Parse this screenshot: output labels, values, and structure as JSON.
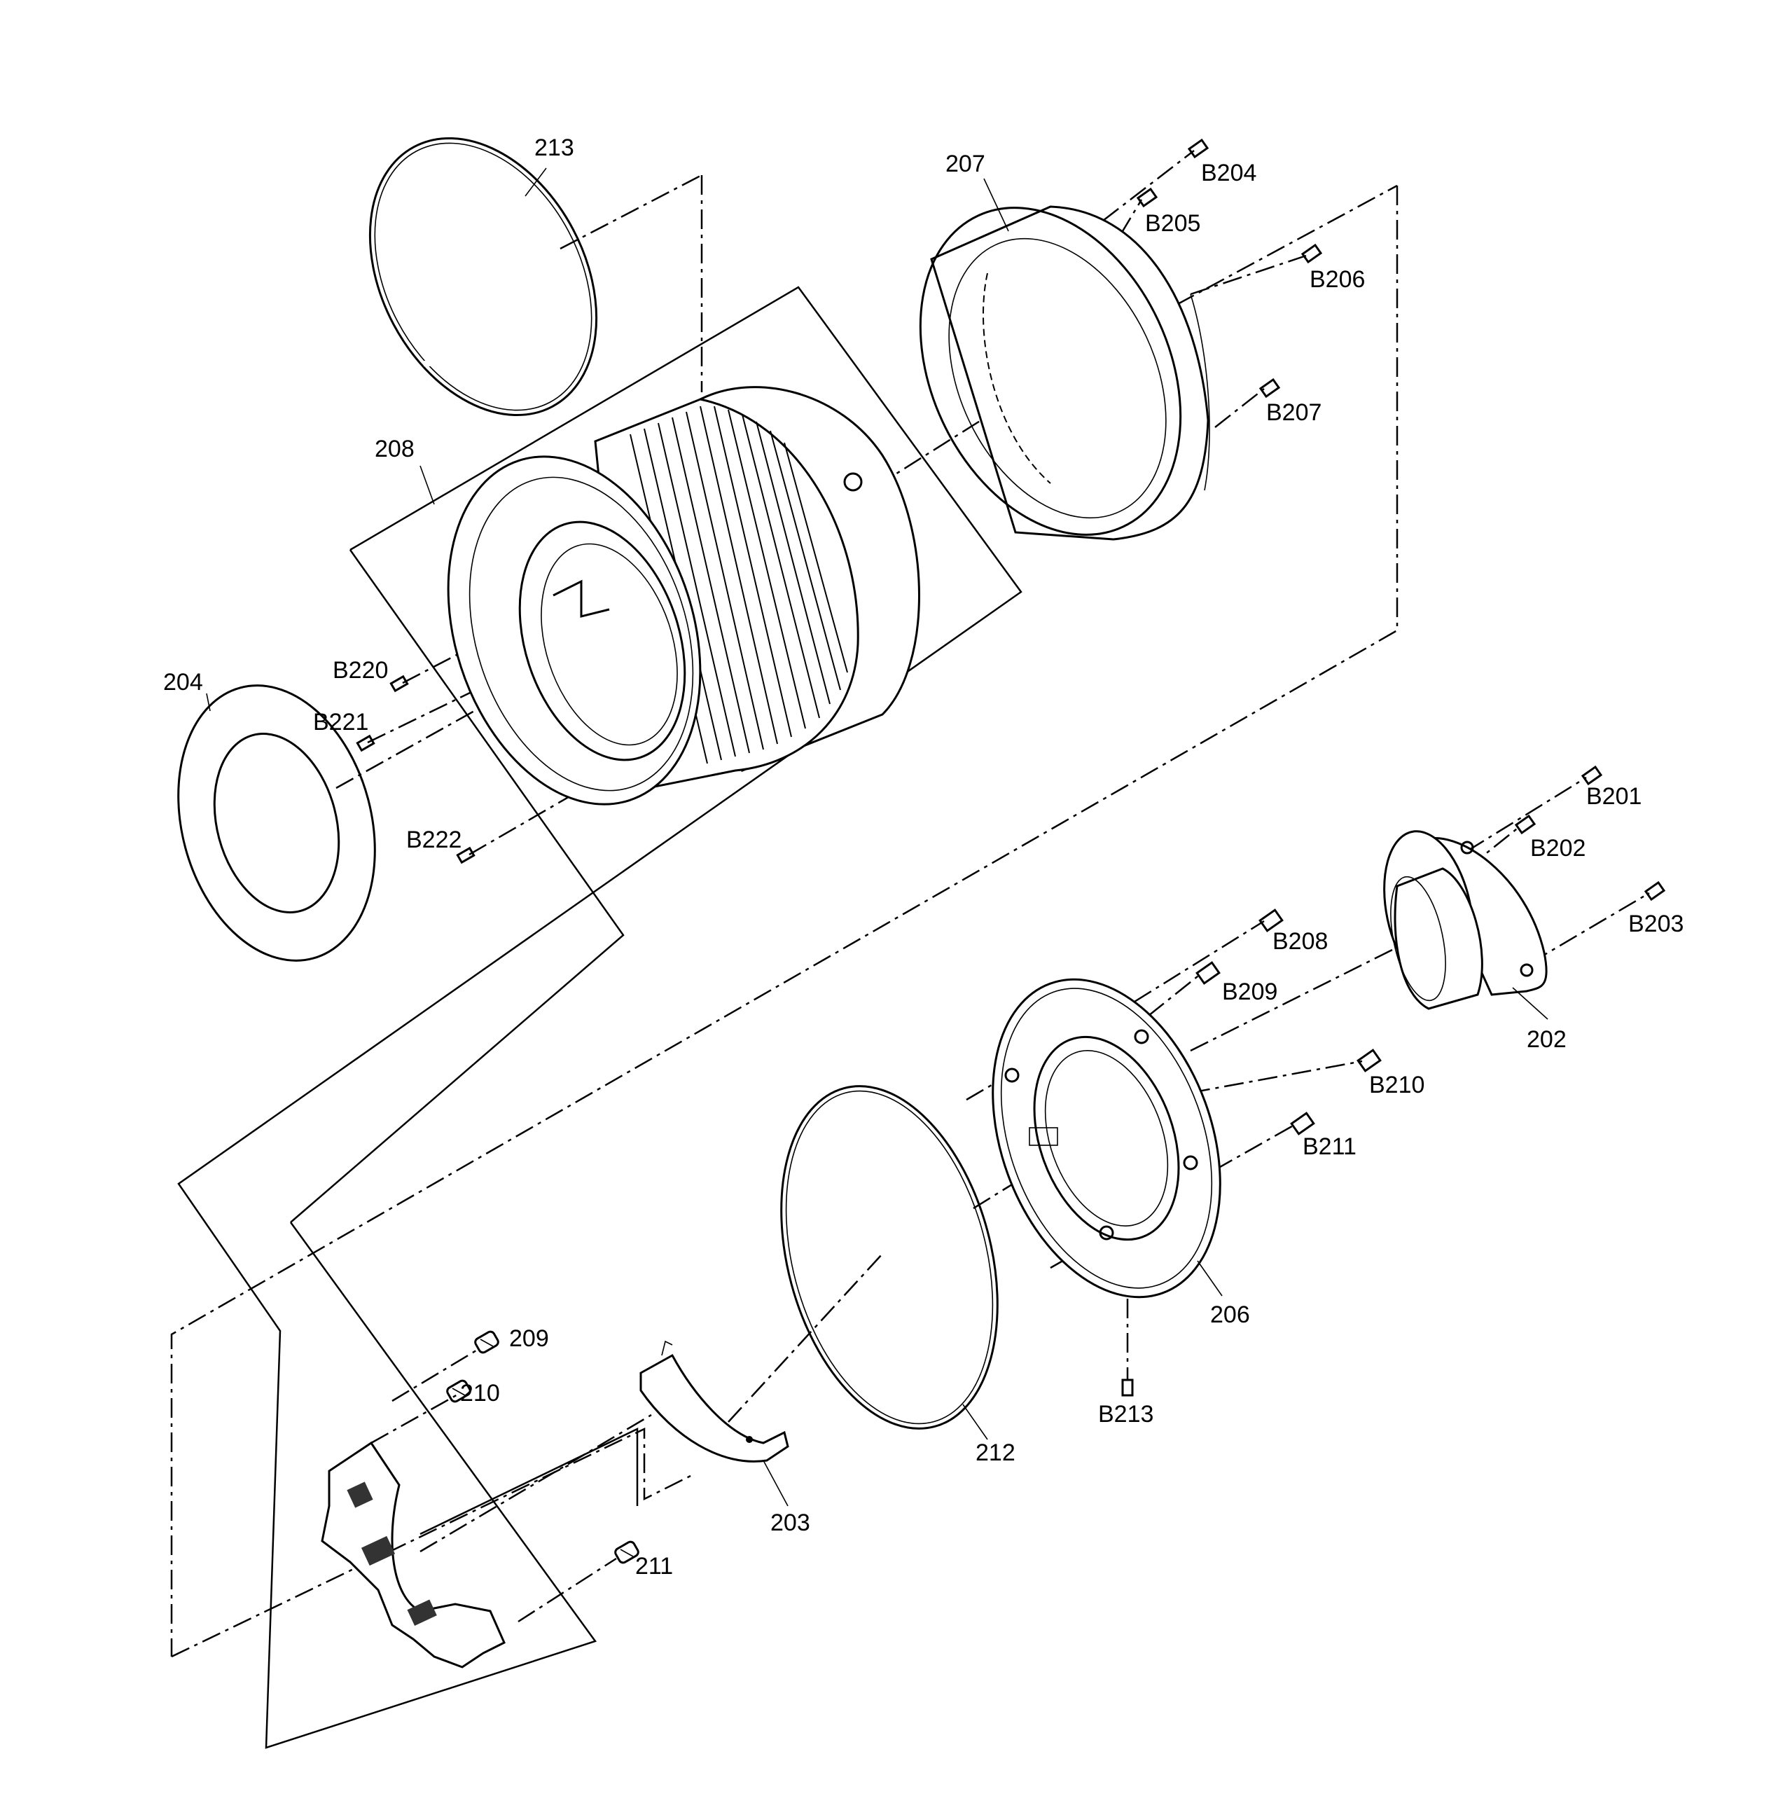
{
  "labels": {
    "l201": "B201",
    "l202": "B202",
    "l203": "B203",
    "l204": "B204",
    "l205": "B205",
    "l206": "B206",
    "l207": "B207",
    "l208": "B208",
    "l209": "B209",
    "l210": "B210",
    "l211": "B211",
    "l213": "B213",
    "l220": "B220",
    "l221": "B221",
    "l222": "B222",
    "p202": "202",
    "p203": "203",
    "p204": "204",
    "p206": "206",
    "p207": "207",
    "p208": "208",
    "p209": "209",
    "p210": "210",
    "p211": "211",
    "p212": "212",
    "p213": "213"
  }
}
